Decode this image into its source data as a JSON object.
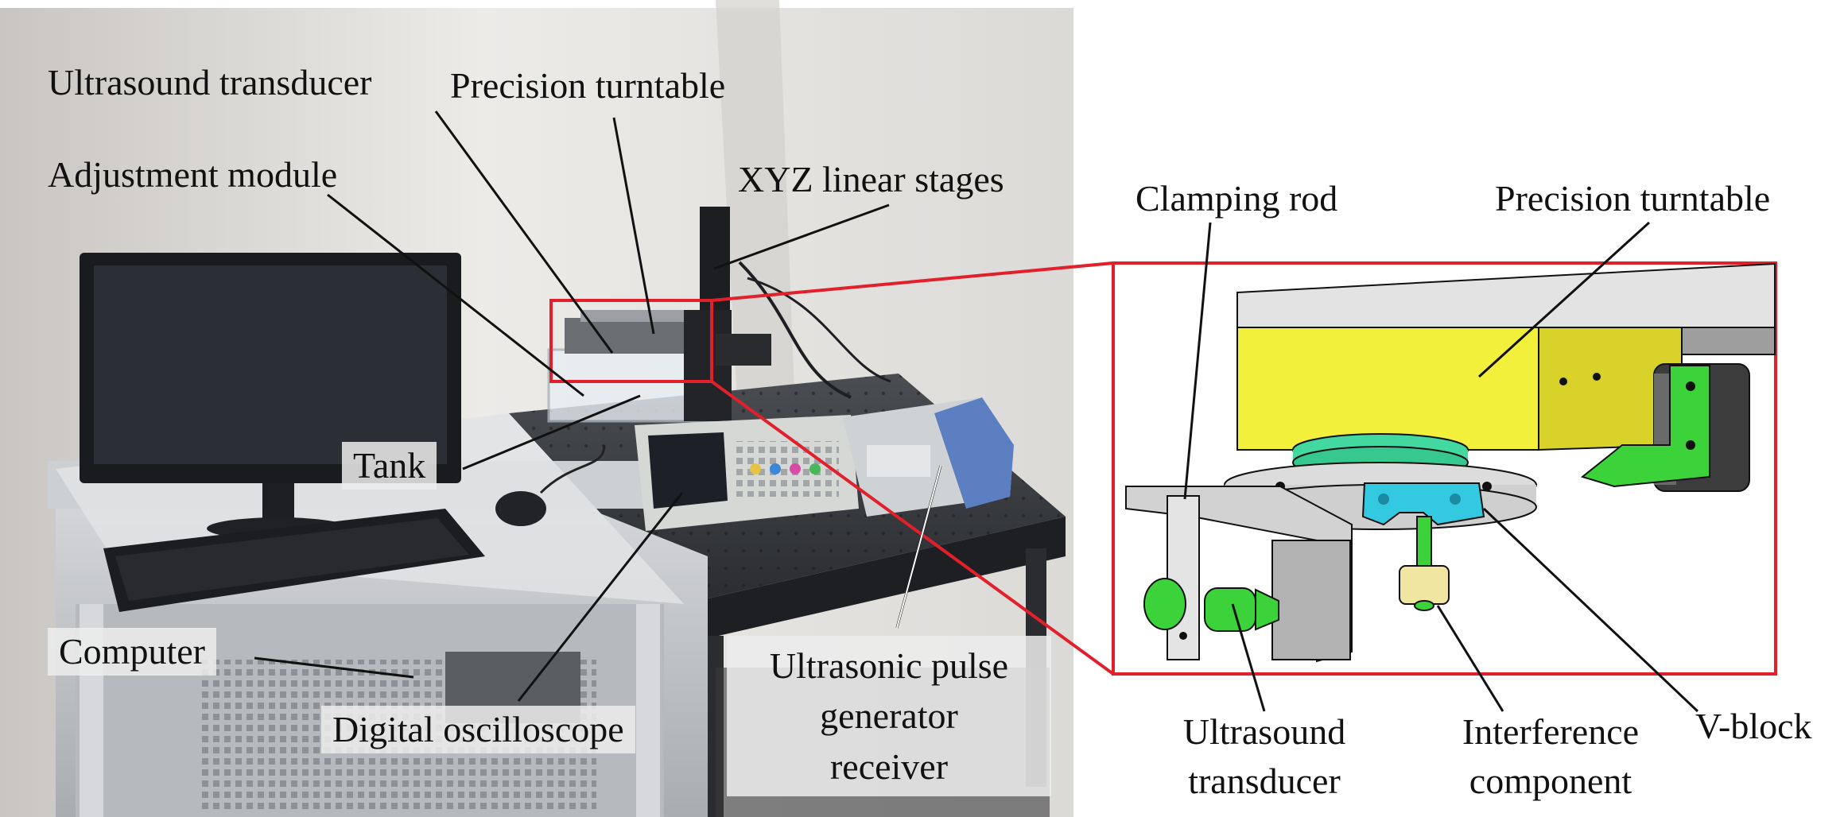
{
  "photo_labels": {
    "ultrasound_transducer": "Ultrasound transducer",
    "precision_turntable": "Precision turntable",
    "adjustment_module": "Adjustment module",
    "xyz_linear_stages": "XYZ linear stages",
    "tank": "Tank",
    "computer": "Computer",
    "digital_oscilloscope": "Digital oscilloscope",
    "pulse_generator_line1": "Ultrasonic pulse",
    "pulse_generator_line2": "generator",
    "pulse_generator_line3": "receiver"
  },
  "cad_labels": {
    "clamping_rod": "Clamping rod",
    "precision_turntable": "Precision turntable",
    "ultrasound_transducer_line1": "Ultrasound",
    "ultrasound_transducer_line2": "transducer",
    "interference_line1": "Interference",
    "interference_line2": "component",
    "v_block": "V-block"
  },
  "colors": {
    "highlight_red": "#e2202c",
    "turntable_yellow": "#f2f03a",
    "bracket_green": "#3cd23a",
    "vblock_cyan": "#33c9e0",
    "scale_green": "#43d8a0"
  }
}
